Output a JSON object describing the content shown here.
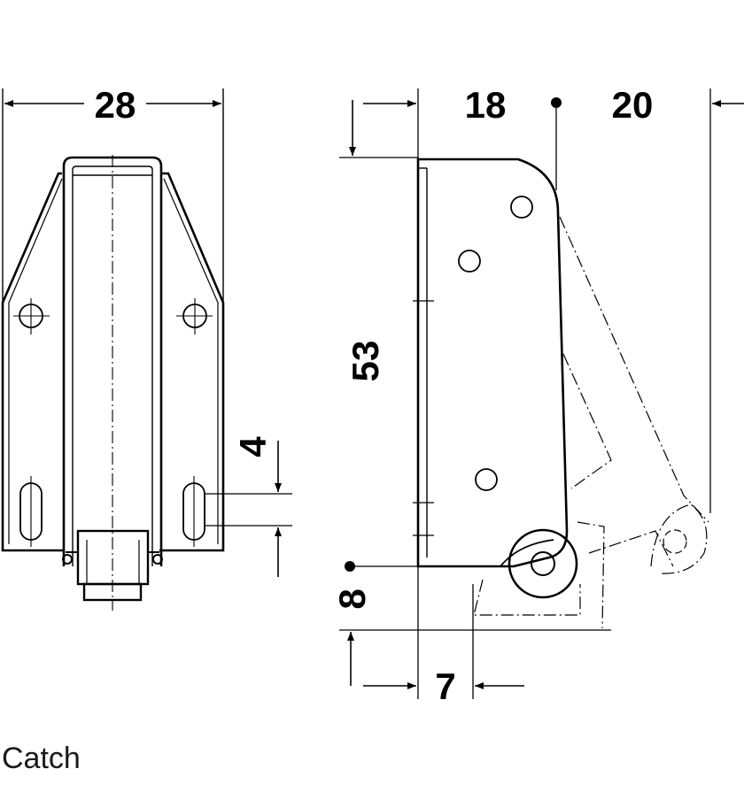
{
  "dimensions": {
    "width_front": "28",
    "depth_body": "18",
    "swing": "20",
    "height": "53",
    "slot": "4",
    "bottom_offset": "8",
    "back_offset": "7"
  },
  "caption": "Catch",
  "colors": {
    "line": "#000000",
    "background": "#ffffff"
  }
}
